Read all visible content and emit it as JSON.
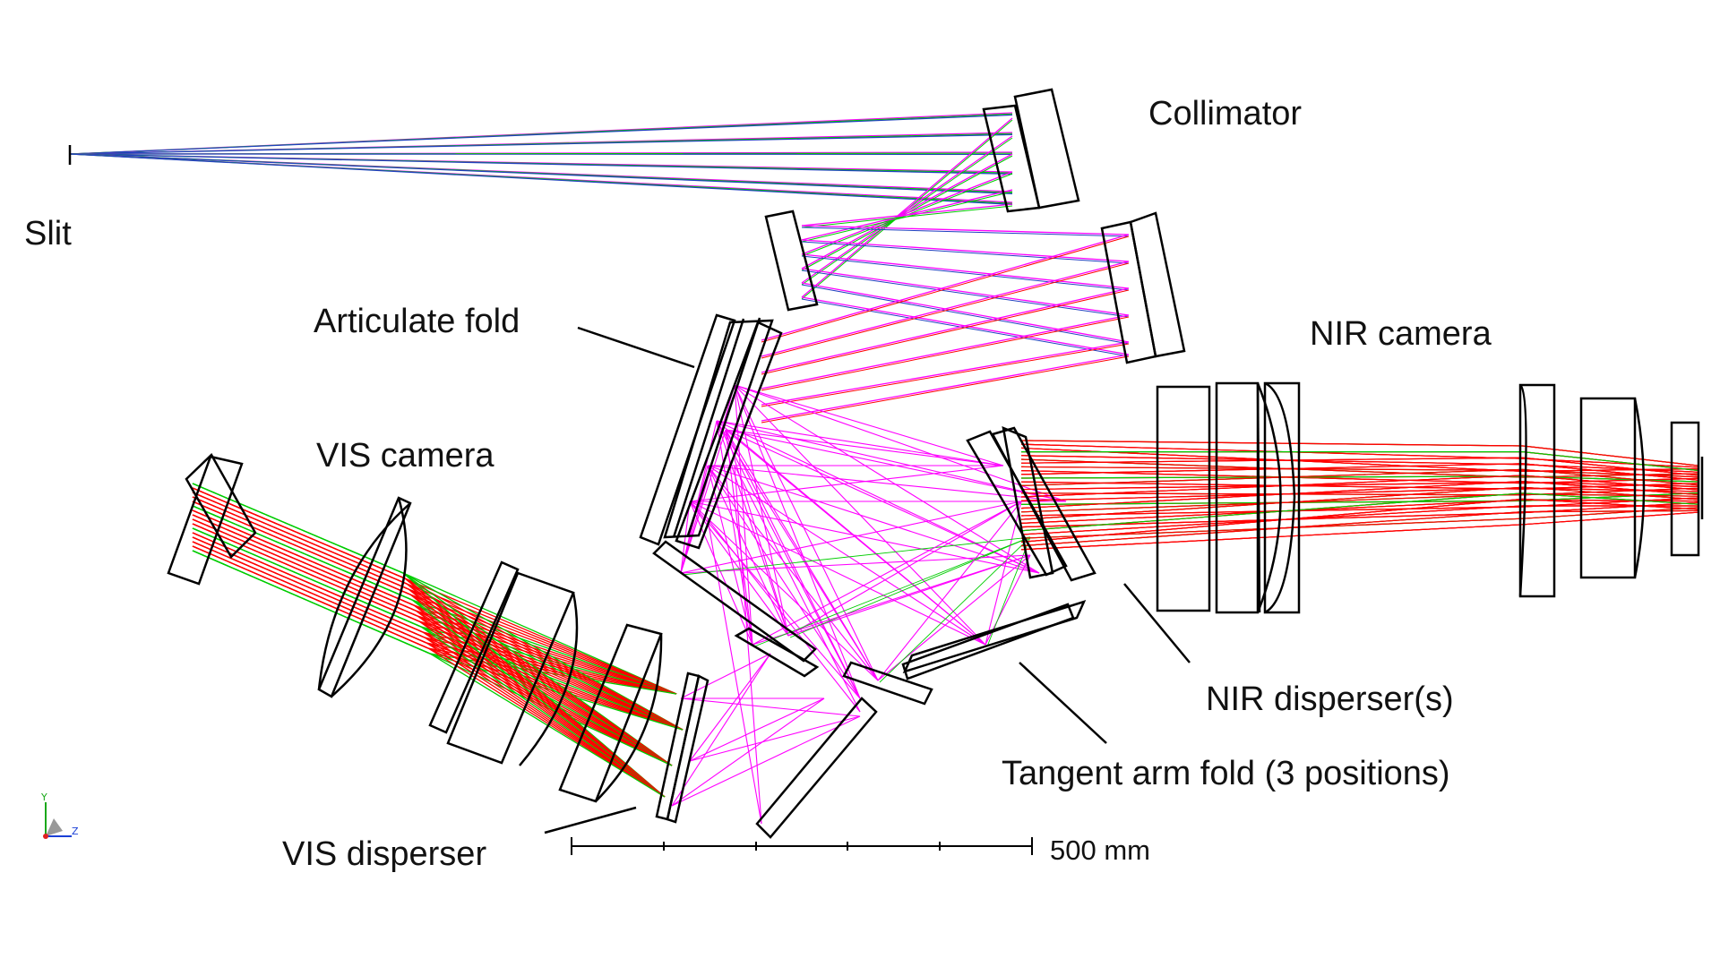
{
  "labels": {
    "slit": "Slit",
    "collimator": "Collimator",
    "articulate_fold": "Articulate fold",
    "vis_camera": "VIS camera",
    "nir_camera": "NIR camera",
    "nir_dispersers": "NIR disperser(s)",
    "tangent_arm_fold": "Tangent arm fold (3 positions)",
    "vis_disperser": "VIS disperser"
  },
  "scale_bar": {
    "label": "500 mm"
  },
  "axis_triad": {
    "y": "Y",
    "z": "Z"
  },
  "colors": {
    "magenta_rays": "#ff00ff",
    "red_rays": "#ff0000",
    "green_rays": "#00cc00",
    "blue_rays": "#2040c0",
    "optics_outline": "#000000"
  }
}
